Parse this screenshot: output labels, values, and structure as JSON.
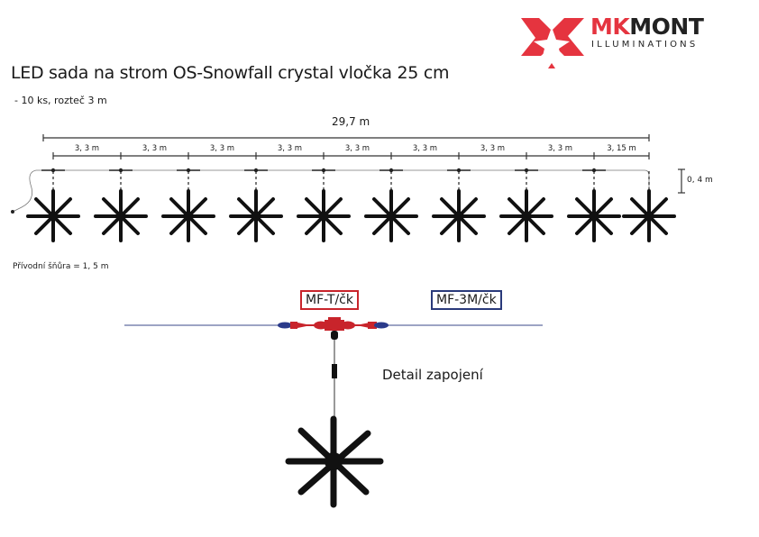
{
  "logo": {
    "brand_part1": "MK",
    "brand_part2": "MONT",
    "tagline": "ILLUMINATIONS",
    "brand_color": "#e5343f",
    "icon": "star-mark-icon"
  },
  "header": {
    "title": "LED sada na strom OS-Snowfall crystal vločka 25 cm",
    "subtitle": "- 10 ks, rozteč 3 m"
  },
  "dimensions": {
    "total_length": "29,7 m",
    "segments": [
      "3, 3 m",
      "3, 3 m",
      "3, 3 m",
      "3, 3 m",
      "3, 3 m",
      "3, 3 m",
      "3, 3 m",
      "3, 3 m",
      "3, 15 m"
    ],
    "drop_height": "0, 4 m",
    "lead_cable": "Přívodní šňůra = 1, 5 m"
  },
  "string": {
    "snowflake_count": 10,
    "snowflake_icon": "snowflake-icon"
  },
  "detail": {
    "tee_connector_label": "MF-T/čk",
    "cable_label": "MF-3M/čk",
    "caption": "Detail zapojení",
    "tee_color": "#c8242b",
    "cable_color": "#2a3a7a"
  }
}
